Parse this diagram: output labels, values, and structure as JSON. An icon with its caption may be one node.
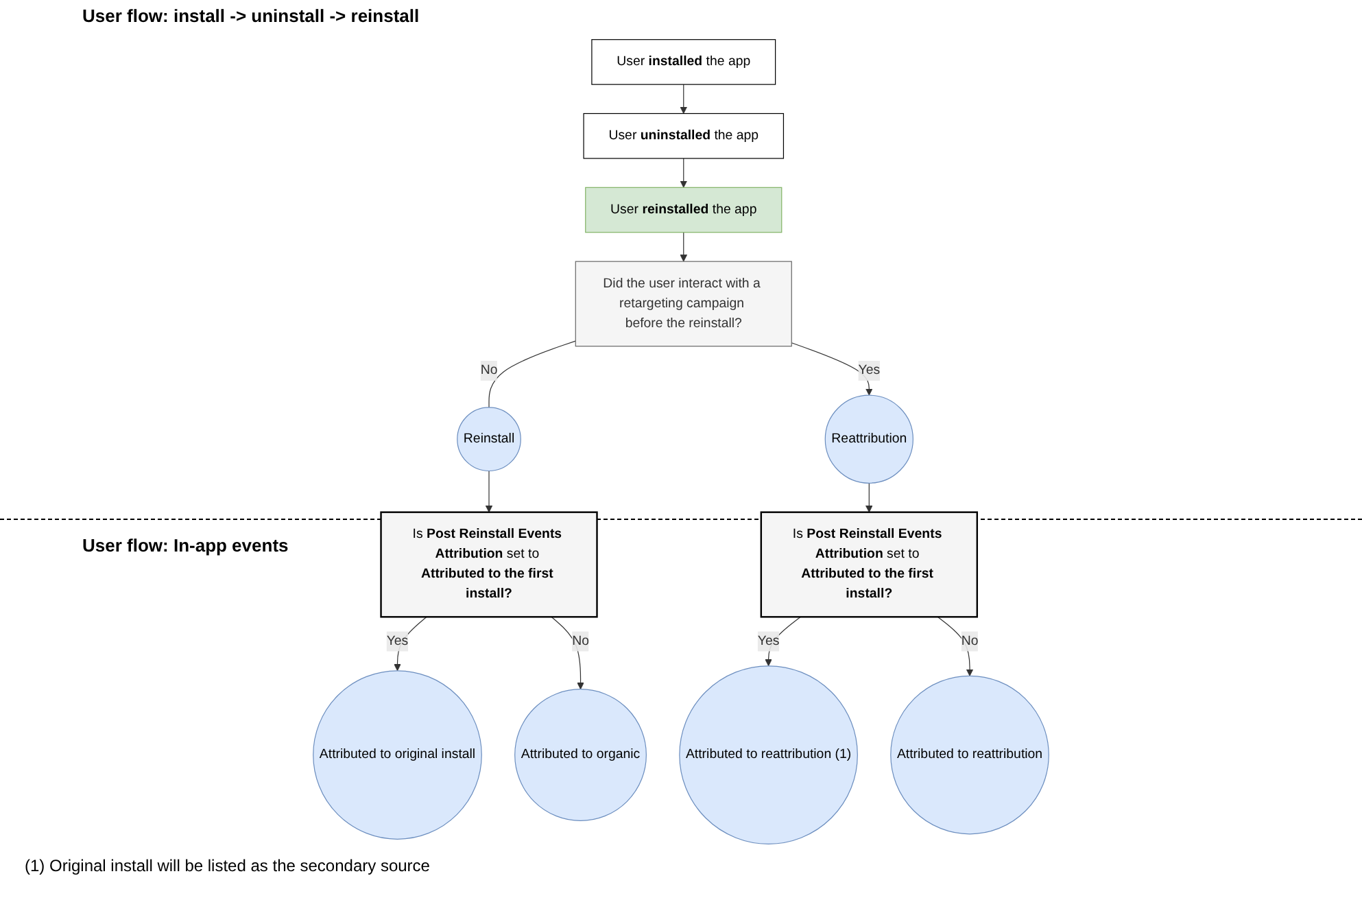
{
  "diagram": {
    "title": "User flow: install -> uninstall -> reinstall",
    "caption": "(1) Original install will be listed as the secondary source",
    "nodes": [
      {
        "text": [
          "User **installed** the app"
        ]
      },
      {
        "text": [
          "User **uninstalled** the app"
        ]
      },
      {
        "text": [
          "User **reinstalled** the app"
        ]
      },
      {
        "text": [
          "Did the user interact with a retargeting campaign before the reinstall?"
        ]
      },
      {
        "text": [
          "Reinstall"
        ]
      },
      {
        "text": [
          "Reattribution"
        ]
      },
      {
        "text": [
          "Is **Post Reinstall Events Attribution** set to **Attributed to the first install?**"
        ]
      },
      {
        "text": [
          "Attributed to original install"
        ]
      },
      {
        "text": [
          "Attributed to organic"
        ]
      },
      {
        "text": [
          "Is **Post Reinstall Events Attribution** set to **Attributed to the first install?**"
        ]
      },
      {
        "text": [
          "Attributed to reattribution (1)"
        ]
      },
      {
        "text": [
          "Attributed to reattribution"
        ]
      }
    ],
    "edges": [
      {
        "from": 0,
        "to": 1,
        "arrow": "to"
      },
      {
        "from": 1,
        "to": 2,
        "arrow": "to"
      },
      {
        "from": 2,
        "to": 3,
        "arrow": "to"
      },
      {
        "from": 3,
        "to": 4,
        "arrow": "none",
        "label": "No"
      },
      {
        "from": 3,
        "to": 5,
        "arrow": "to",
        "label": "Yes"
      },
      {
        "from": 4,
        "to": 6,
        "arrow": "to"
      },
      {
        "from": 5,
        "to": 9,
        "arrow": "to"
      },
      {
        "from": 6,
        "to": 7,
        "arrow": "to",
        "label": "Yes"
      },
      {
        "from": 6,
        "to": 8,
        "arrow": "to",
        "label": "No"
      },
      {
        "from": 9,
        "to": 10,
        "arrow": "to",
        "label": "Yes"
      },
      {
        "from": 9,
        "to": 11,
        "arrow": "to",
        "label": "No"
      }
    ],
    "labels": [
      "User flow: In-app events"
    ]
  }
}
